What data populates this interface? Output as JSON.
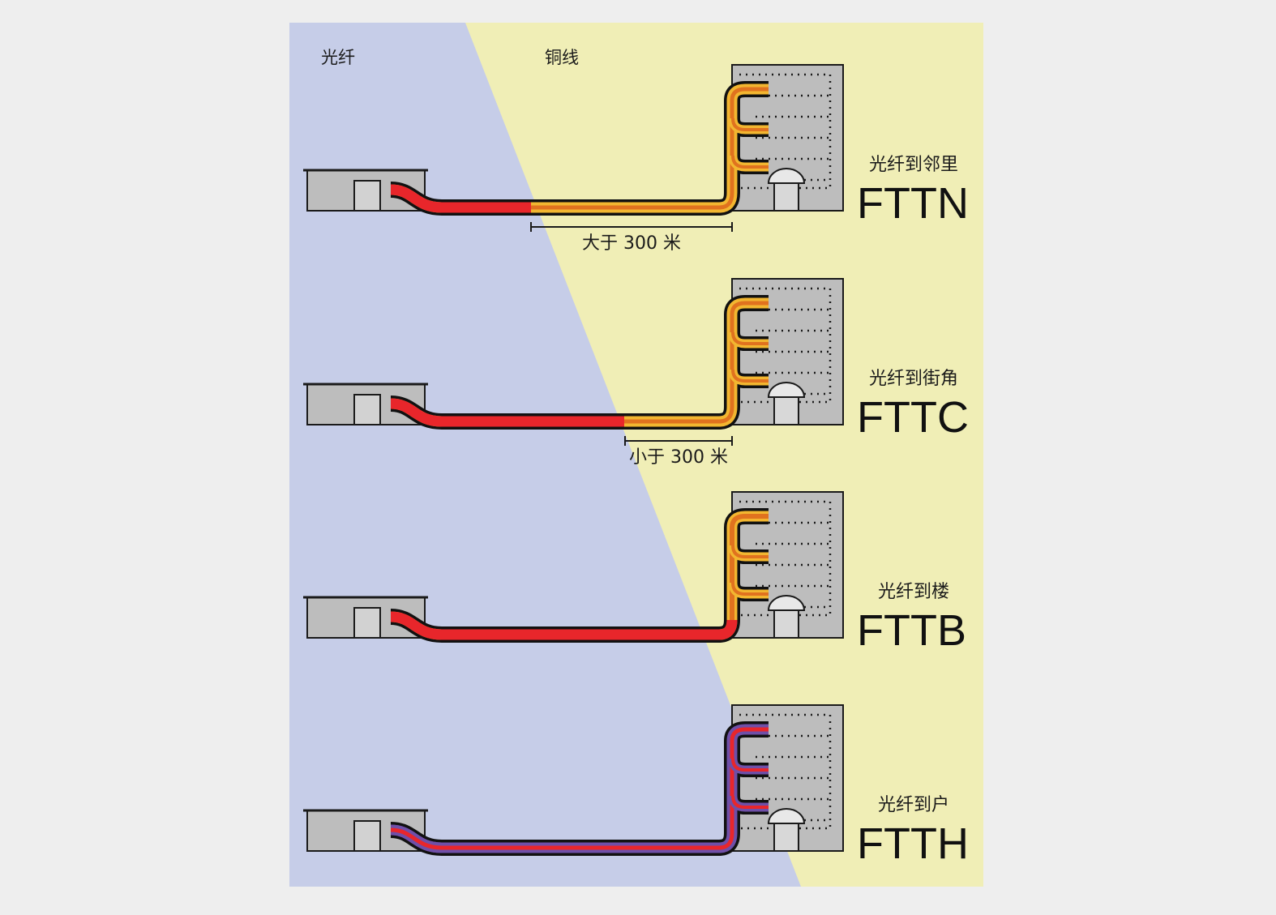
{
  "zones": {
    "fiber_label": "光纤",
    "copper_label": "铜线"
  },
  "rows": [
    {
      "cn": "光纤到邻里",
      "abbr": "FTTN",
      "distance": "大于 300 米"
    },
    {
      "cn": "光纤到街角",
      "abbr": "FTTC",
      "distance": "小于 300 米"
    },
    {
      "cn": "光纤到楼",
      "abbr": "FTTB",
      "distance": ""
    },
    {
      "cn": "光纤到户",
      "abbr": "FTTH",
      "distance": ""
    }
  ],
  "colors": {
    "fiber_zone": "#c6cde8",
    "copper_zone": "#f0eeb6",
    "fiber_cable": "#e8262b",
    "copper_cable": "#f2b630",
    "copper_inner": "#e0721f",
    "ftth_cable": "#6f4fa8",
    "building": "#bdbdbd",
    "paper": "#eeeeee"
  }
}
